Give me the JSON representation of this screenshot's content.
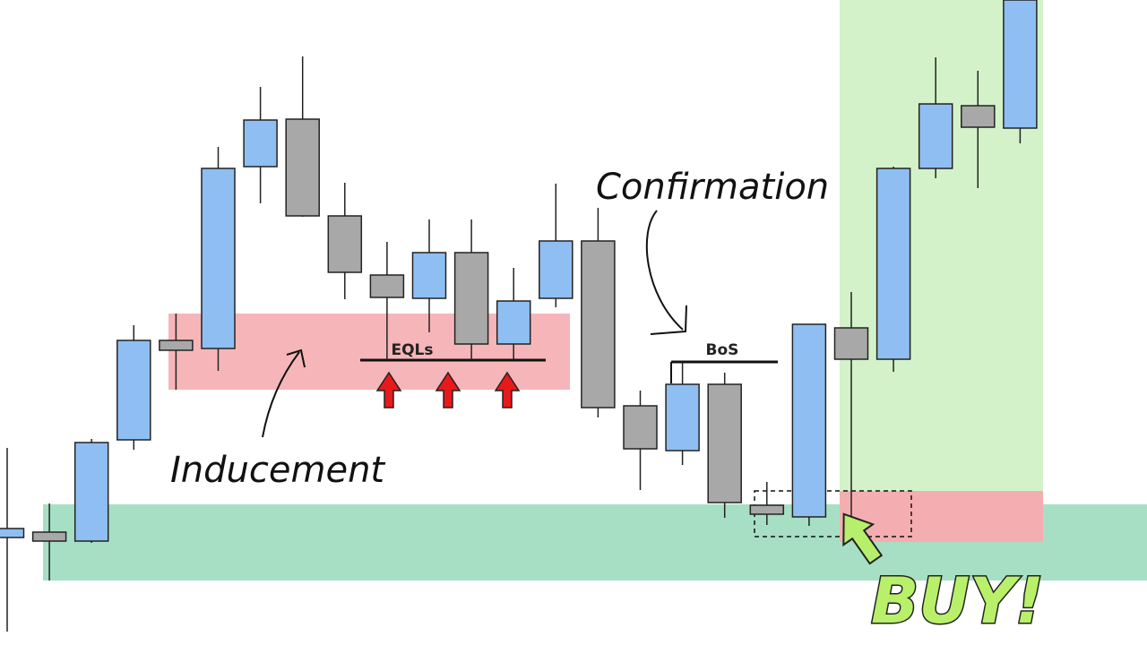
{
  "chart_data": {
    "type": "candlestick",
    "colors": {
      "bullish": "#8fbff2",
      "bearish": "#a8a8a8",
      "outline": "#222222",
      "inducement_zone": "#f6b6b9",
      "demand_zone": "#a7dfc4",
      "buy_zone": "#d4f2c9",
      "stop_zone": "#f4aeb1",
      "arrow_red": "#e8191b",
      "arrow_green": "#b6ef6b"
    },
    "ylim": [
      0,
      720
    ],
    "candles": [
      {
        "open": 600,
        "high": 500,
        "low": 705,
        "close": 590,
        "dir": "up"
      },
      {
        "open": 594,
        "high": 562,
        "low": 648,
        "close": 604,
        "dir": "flat"
      },
      {
        "open": 604,
        "high": 490,
        "low": 606,
        "close": 494,
        "dir": "up"
      },
      {
        "open": 491,
        "high": 363,
        "low": 502,
        "close": 380,
        "dir": "up"
      },
      {
        "open": 380,
        "high": 350,
        "low": 435,
        "close": 391,
        "dir": "flat"
      },
      {
        "open": 389,
        "high": 164,
        "low": 414,
        "close": 188,
        "dir": "up"
      },
      {
        "open": 186,
        "high": 97,
        "low": 227,
        "close": 134,
        "dir": "up"
      },
      {
        "open": 133,
        "high": 63,
        "low": 242,
        "close": 241,
        "dir": "down"
      },
      {
        "open": 241,
        "high": 204,
        "low": 334,
        "close": 304,
        "dir": "down"
      },
      {
        "open": 307,
        "high": 270,
        "low": 402,
        "close": 332,
        "dir": "flat"
      },
      {
        "open": 333,
        "high": 245,
        "low": 371,
        "close": 282,
        "dir": "up"
      },
      {
        "open": 282,
        "high": 245,
        "low": 402,
        "close": 384,
        "dir": "down"
      },
      {
        "open": 384,
        "high": 299,
        "low": 401,
        "close": 336,
        "dir": "up"
      },
      {
        "open": 333,
        "high": 205,
        "low": 343,
        "close": 269,
        "dir": "up"
      },
      {
        "open": 269,
        "high": 232,
        "low": 466,
        "close": 455,
        "dir": "down"
      },
      {
        "open": 453,
        "high": 436,
        "low": 547,
        "close": 501,
        "dir": "down"
      },
      {
        "open": 503,
        "high": 404,
        "low": 519,
        "close": 429,
        "dir": "up"
      },
      {
        "open": 429,
        "high": 416,
        "low": 578,
        "close": 561,
        "dir": "down"
      },
      {
        "open": 564,
        "high": 538,
        "low": 586,
        "close": 574,
        "dir": "flat"
      },
      {
        "open": 577,
        "high": 362,
        "low": 587,
        "close": 362,
        "dir": "up"
      },
      {
        "open": 366,
        "high": 326,
        "low": 600,
        "close": 401,
        "dir": "flat"
      },
      {
        "open": 401,
        "high": 186,
        "low": 415,
        "close": 188,
        "dir": "up"
      },
      {
        "open": 188,
        "high": 64,
        "low": 199,
        "close": 116,
        "dir": "up"
      },
      {
        "open": 118,
        "high": 79,
        "low": 210,
        "close": 142,
        "dir": "flat"
      },
      {
        "open": 143,
        "high": 0,
        "low": 160,
        "close": 0,
        "dir": "up"
      }
    ],
    "annotations": {
      "eqls": "EQLs",
      "bos": "BoS",
      "confirmation": "Confirmation",
      "inducement": "Inducement",
      "buy": "BUY!"
    }
  }
}
